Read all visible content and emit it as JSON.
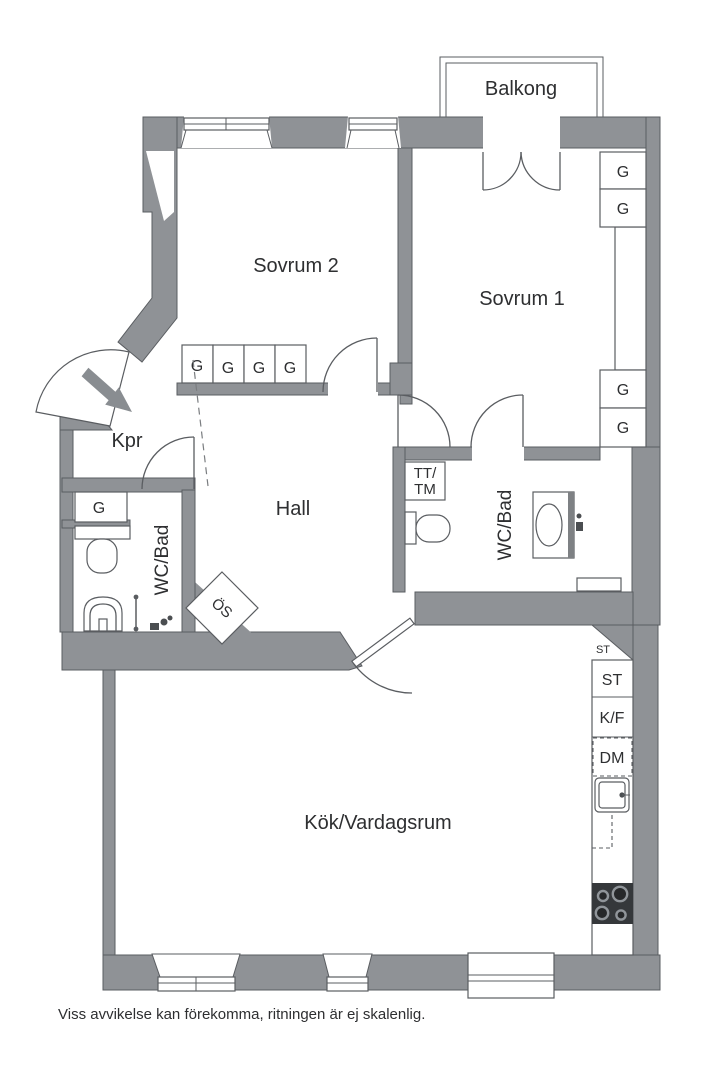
{
  "floorplan": {
    "labels": {
      "balkong": "Balkong",
      "sovrum2": "Sovrum 2",
      "sovrum1": "Sovrum 1",
      "hall": "Hall",
      "kpr": "Kpr",
      "wc_bad": "WC/Bad",
      "kok_vardagsrum": "Kök/Vardagsrum",
      "g": "G",
      "tt": "TT/",
      "tm": "TM",
      "os": "ÖS",
      "st": "ST",
      "kf": "K/F",
      "dm": "DM"
    },
    "footer": "Viss avvikelse kan förekomma, ritningen är ej skalenlig.",
    "colors": {
      "wall": "#8f9296",
      "outline": "#5a5d61",
      "text": "#2e2f31",
      "stove": "#35383b",
      "background": "#ffffff"
    }
  }
}
